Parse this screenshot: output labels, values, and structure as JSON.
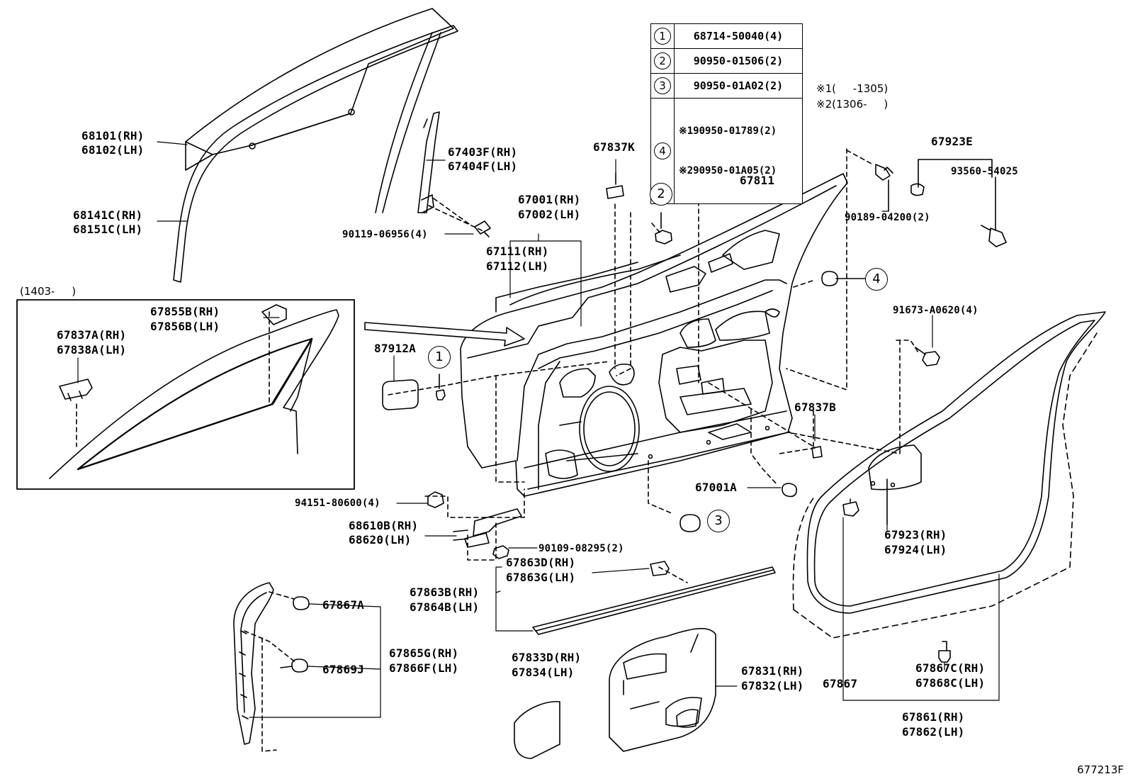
{
  "ref_table": [
    {
      "num": "1",
      "code": "68714-50040(4)"
    },
    {
      "num": "2",
      "code": "90950-01506(2)"
    },
    {
      "num": "3",
      "code": "90950-01A02(2)"
    },
    {
      "num": "4",
      "code_lines": [
        "※190950-01789(2)",
        "※290950-01A05(2)"
      ]
    }
  ],
  "notes": {
    "note1": "※1(     -1305)",
    "note2": "※2(1306-     )",
    "inset_range": "(1403-     )"
  },
  "diagram_id": "677213F",
  "labels": {
    "l68101": "68101(RH)",
    "l68102": "68102(LH)",
    "l68141c": "68141C(RH)",
    "l68151c": "68151C(LH)",
    "l67403f": "67403F(RH)",
    "l67404f": "67404F(LH)",
    "l90119": "90119-06956(4)",
    "l67837k": "67837K",
    "l67811": "67811",
    "l67923e": "67923E",
    "l93560": "93560-54025",
    "l90189": "90189-04200(2)",
    "l67001": "67001(RH)",
    "l67002": "67002(LH)",
    "l67111": "67111(RH)",
    "l67112": "67112(LH)",
    "l67855b": "67855B(RH)",
    "l67856b": "67856B(LH)",
    "l67837a": "67837A(RH)",
    "l67838a": "67838A(LH)",
    "l87912a": "87912A",
    "l91673": "91673-A0620(4)",
    "l67837b": "67837B",
    "l67001a": "67001A",
    "l94151": "94151-80600(4)",
    "l68610b": "68610B(RH)",
    "l68620": "68620(LH)",
    "l90109": "90109-08295(2)",
    "l67923": "67923(RH)",
    "l67924": "67924(LH)",
    "l67863d": "67863D(RH)",
    "l67863g": "67863G(LH)",
    "l67863b": "67863B(RH)",
    "l67864b": "67864B(LH)",
    "l67867a": "67867A",
    "l67869j": "67869J",
    "l67865g": "67865G(RH)",
    "l67866f": "67866F(LH)",
    "l67833d": "67833D(RH)",
    "l67834": "67834(LH)",
    "l67831": "67831(RH)",
    "l67832": "67832(LH)",
    "l67867": "67867",
    "l67867c": "67867C(RH)",
    "l67868c": "67868C(LH)",
    "l67861": "67861(RH)",
    "l67862": "67862(LH)"
  },
  "callouts": {
    "c1": "1",
    "c2": "2",
    "c3": "3",
    "c4": "4"
  }
}
